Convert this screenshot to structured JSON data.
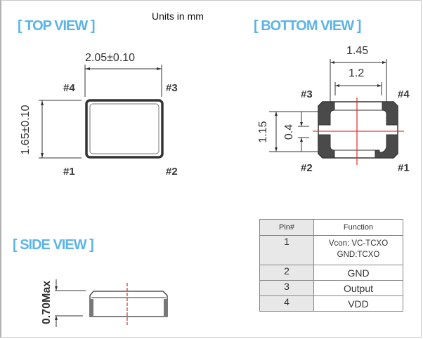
{
  "units": "Units in mm",
  "top_view": {
    "title": "[ TOP VIEW ]",
    "width_dim": "2.05±0.10",
    "height_dim": "1.65±0.10",
    "pins": {
      "p1": "#1",
      "p2": "#2",
      "p3": "#3",
      "p4": "#4"
    }
  },
  "bottom_view": {
    "title": "[ BOTTOM  VIEW ]",
    "outer_width_dim": "1.45",
    "inner_width_dim": "1.2",
    "height_dim": "1.15",
    "gap_dim": "0.4",
    "pins": {
      "p1": "#1",
      "p2": "#2",
      "p3": "#3",
      "p4": "#4"
    }
  },
  "side_view": {
    "title": "[ SIDE VIEW ]",
    "height_dim": "0.70Max"
  },
  "pin_table": {
    "headers": [
      "Pin#",
      "Function"
    ],
    "rows": [
      {
        "pin": "1",
        "function_line1": "Vcon: VC-TCXO",
        "function_line2": "GND:TCXO"
      },
      {
        "pin": "2",
        "function": "GND"
      },
      {
        "pin": "3",
        "function": "Output"
      },
      {
        "pin": "4",
        "function": "VDD"
      }
    ]
  },
  "colors": {
    "title_blue": "#5bb4e6",
    "centerline_red": "#e03a3a",
    "outline": "#333333",
    "pad_fill": "#4a4a4a"
  }
}
